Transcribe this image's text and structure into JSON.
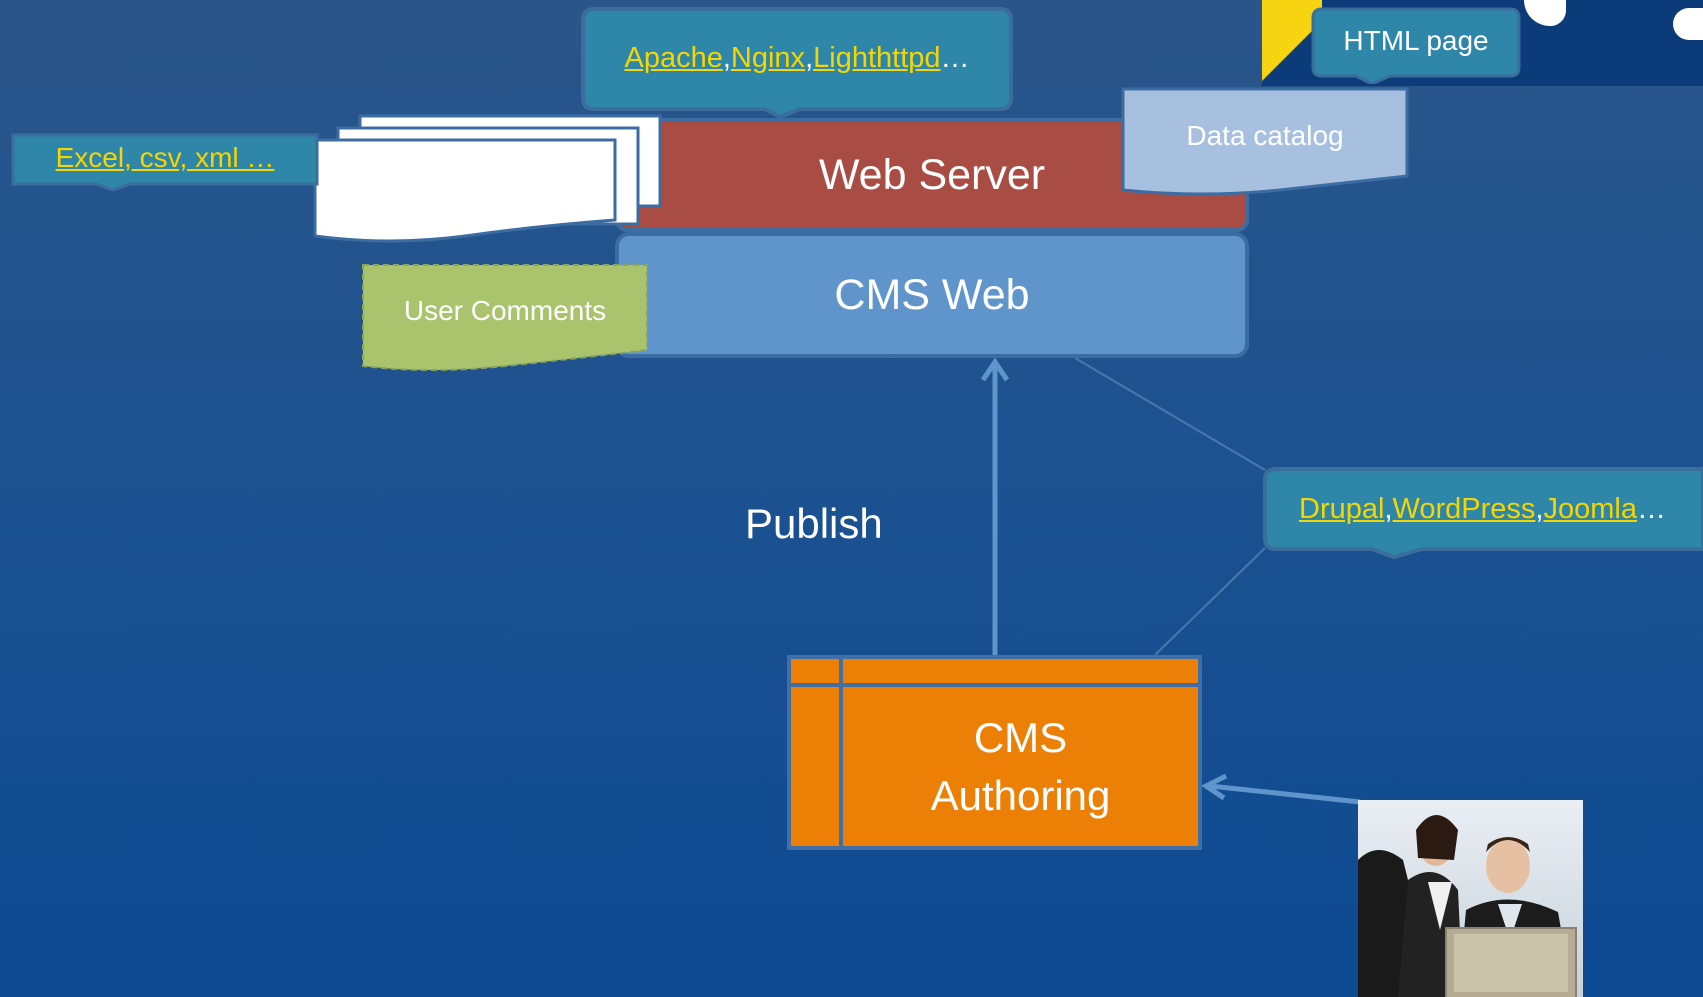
{
  "web_server": {
    "label": "Web Server"
  },
  "cms_web": {
    "label": "CMS Web"
  },
  "cms_authoring": {
    "line1": "CMS",
    "line2": "Authoring"
  },
  "publish": {
    "label": "Publish"
  },
  "user_comments": {
    "label": "User Comments"
  },
  "data_catalog": {
    "label": "Data catalog"
  },
  "html_page": {
    "label": "HTML page"
  },
  "server_callout": {
    "items": [
      "Apache",
      "Nginx",
      "Lighthttpd"
    ],
    "sep": ", ",
    "trailing": " …"
  },
  "formats_callout": {
    "text": "Excel, csv, xml …"
  },
  "cms_callout": {
    "items": [
      "Drupal",
      "WordPress",
      "Joomla"
    ],
    "sep": ", ",
    "trailing": "…"
  },
  "colors": {
    "web_server": "#a84c44",
    "cms_web": "#5f95cb",
    "cms_authoring": "#ec8007",
    "callout": "#2e86a8",
    "link": "#f5d600",
    "user_comments": "#a9c46c",
    "data_catalog": "#a7c0df"
  },
  "icons": [
    "web-server",
    "cms-web",
    "cms-authoring",
    "people-at-laptop-photo",
    "html-page-thumbnail"
  ]
}
